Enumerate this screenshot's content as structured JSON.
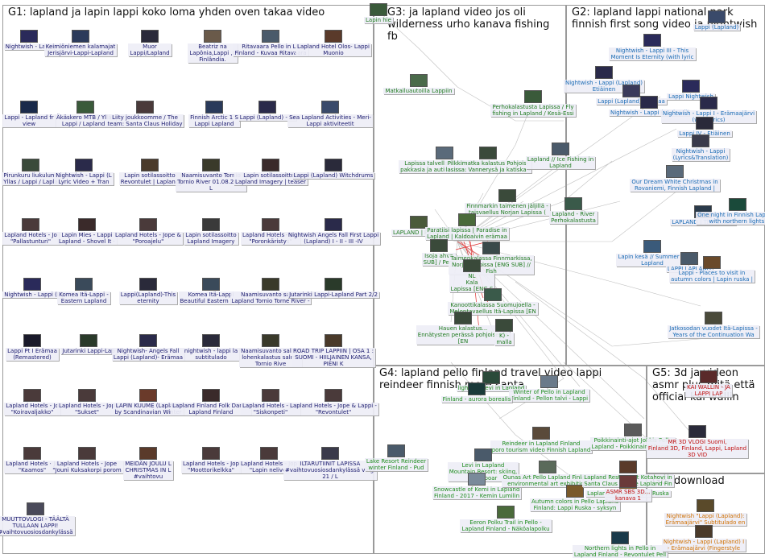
{
  "groups": [
    {
      "id": "g1",
      "title": "G1: lapland ja lapin lappi koko loma yhden oven takaa video"
    },
    {
      "id": "g2",
      "title": "G2: lapland lappi national park finnish first song video ja nightwish"
    },
    {
      "id": "g3",
      "title": "G3: ja lapland video jos oli wilderness urho kanava fishing fb"
    },
    {
      "id": "g4",
      "title": "G4: lapland pello finland travel video lappi reindeer finnish more santa"
    },
    {
      "id": "g5",
      "title": "G5: 3d ja videon asmr plus mitä että official kai wallin"
    },
    {
      "id": "g6",
      "title": "G6: download"
    }
  ],
  "nodes": {
    "g1": [
      {
        "label": "Nightwish - Lapp",
        "thumb": "#2a2a5a"
      },
      {
        "label": "Keimiöniemen kalamajat\nJerisjärvi-Lappi-Lapland",
        "thumb": "#2b3a5a"
      },
      {
        "label": "Muor\nLappi/Lapland",
        "thumb": "#2a2a3a"
      },
      {
        "label": "Beatriz na\nLapônia,Lappi ,L\nFinlândia.",
        "thumb": "#6a5a4a"
      },
      {
        "label": "Ritavaara Pello in La\nFinland - Kuvaa Ritavaara",
        "thumb": "#4a5a6a"
      },
      {
        "label": "Lapland Hotel Olos- Lappi\nMuonio",
        "thumb": "#5a3a2a"
      },
      {
        "label": "Lappi - Lapland fr\nview",
        "thumb": "#1a2a4a"
      },
      {
        "label": "Äkäskero MTB / Ylläs\nLappi / Lapland /",
        "thumb": "#3a5a3a"
      },
      {
        "label": "Liity joukkoomme / The\nteam: Santa Claus Holiday",
        "thumb": "#4a3a3a"
      },
      {
        "label": "Finnish Arctic 1 S\nLappi Lapland",
        "thumb": "#2a3a5a"
      },
      {
        "label": "Lappi (Lapland) - Ni",
        "thumb": "#2a2a4a"
      },
      {
        "label": "Sea Lapland Activities - Meri-\nLappi aktiviteetit",
        "thumb": "#3a4a6a"
      },
      {
        "label": "Pirunkuru liukulumi\nYllas / Lappi / Lapla",
        "thumb": "#3a4a3a"
      },
      {
        "label": "Nightwish - Lappi (L\nLyric Video + Tran",
        "thumb": "#2a2a4a"
      },
      {
        "label": "Lapin sotilassoitto\nRevontulet | Lapland",
        "thumb": "#4a3a2a"
      },
      {
        "label": "Naamisuvanto Tornio\nTornio River 01.08.2016\nL",
        "thumb": "#3a3a2a"
      },
      {
        "label": "Lapin sotilassoittok\nLapland Imagery | teaser",
        "thumb": "#3a2a2a"
      },
      {
        "label": "Lappi (Lapland) Witchdrums\n",
        "thumb": "#2a2a3a"
      },
      {
        "label": "Lapland Hotels - Jo\n\"Pallastunturi\"",
        "thumb": "#4a3a3a"
      },
      {
        "label": "Lapin Mies - Lappi\nLapland - Shovel It -",
        "thumb": "#3a2a2a"
      },
      {
        "label": "Lapland Hotels - Jope &\n\"Poroajelu\"",
        "thumb": "#4a3a3a"
      },
      {
        "label": "Lapin sotilassoitto\nLapland Imagery",
        "thumb": "#3a3a3a"
      },
      {
        "label": "Lapland Hotels - Jop\n\"Poronkäristys\"",
        "thumb": "#4a3a3a"
      },
      {
        "label": "Nightwish Angels Fall First Lappi\n(Lapland) I - II - III -IV",
        "thumb": "#2a2a4a"
      },
      {
        "label": "Nightwish - Lappi (L",
        "thumb": "#2a2a5a"
      },
      {
        "label": "Komea Itä-Lappi -\nEastern Lapland",
        "thumb": "#3a4a5a"
      },
      {
        "label": "Lappi(Lapland)-This\neternity",
        "thumb": "#2a2a3a"
      },
      {
        "label": "Komea Itä-Lappi\nBeautiful Eastern Lapl",
        "thumb": "#3a4a5a"
      },
      {
        "label": "Naamisuvanto salmo\nLapland Tornio Torne River -",
        "thumb": "#3a3a2a"
      },
      {
        "label": "Jutarinki Lappi-Lapland Part 2/2",
        "thumb": "#2a3a2a"
      },
      {
        "label": "Lappi Pt I Erämaa\n(Remastered)",
        "thumb": "#1a1a2a"
      },
      {
        "label": "Jutarinki Lappi-Lap",
        "thumb": "#2a3a2a"
      },
      {
        "label": "Nightwish- Angels Fall\nLappi (Lapland)- Erämaa",
        "thumb": "#2a2a4a"
      },
      {
        "label": "nightwish - lappi la\nsubtitulado",
        "thumb": "#2a2a3a"
      },
      {
        "label": "Naamisuvanto salmo\nlohenkalastus salmo\nTornio Rive",
        "thumb": "#3a3a2a"
      },
      {
        "label": "ROAD TRIP LAPPIIN | OSA 1 :\nSUOMI - HIILJAINEN KANSA,\nPIENI K",
        "thumb": "#4a3a2a"
      },
      {
        "label": "Lapland Hotels - Jo\n\"Koiravaljakko\"",
        "thumb": "#4a3a3a"
      },
      {
        "label": "Lapland Hotels - Jop\n\"Sukset\"",
        "thumb": "#4a3a3a"
      },
      {
        "label": "LAPIN KUUME (Lapland\nby Scandinavian Winter",
        "thumb": "#6a3a2a"
      },
      {
        "label": "Lapland Finland Folk Dance\nLapland Finland",
        "thumb": "#3a2a2a"
      },
      {
        "label": "Lapland Hotels - Jop\n\"Siskonpeti\"",
        "thumb": "#4a3a3a"
      },
      {
        "label": "Lapland Hotels - Jope & Lappi -\n\"Revontulet\"",
        "thumb": "#4a3a3a"
      },
      {
        "label": "Lapland Hotels - Jo\n\"Kaamos\"",
        "thumb": "#4a3a3a"
      },
      {
        "label": "Lapland Hotels - Jope\n\"Jouni Kuksakorpi porom",
        "thumb": "#4a3a3a"
      },
      {
        "label": "MEIDÄN JOULU L\nCHRISTMAS IN L\n#vaihtovu",
        "thumb": "#5a3a2a"
      },
      {
        "label": "Lapland Hotels - Jop\n\"Moottorikelkka\"",
        "thumb": "#4a3a3a"
      },
      {
        "label": "Lapland Hotels - Jop\n\"Lapin nelivet",
        "thumb": "#4a3a3a"
      },
      {
        "label": "ILTARUTIINIT LAPISSA\n#vaihtovuosiosdankylässä vlogi\n21 / L",
        "thumb": "#3a3a4a"
      },
      {
        "label": "MUUTTOVLOGI - TÄÄLTÄ\nTULLAAN LAPPI!\n#vaihtovuosiosdankylässä",
        "thumb": "#4a4a5a"
      }
    ],
    "g2": [
      {
        "label": "Lappi (Lapland)",
        "thumb": "#3a4a6a"
      },
      {
        "label": "Nightwish - Lappi III - This\nMoment Is Eternity (with lyric",
        "thumb": "#2a2a5a"
      },
      {
        "label": "Nightwish - Lappi (Lapland)\nEtiäinen",
        "thumb": "#2a2a4a"
      },
      {
        "label": "Lappi (Lapland) Erämaa",
        "thumb": "#3a3a5a"
      },
      {
        "label": "Nightwish - Lappi (Lapland)",
        "thumb": "#2a2a4a"
      },
      {
        "label": "Lappi Nightwish",
        "thumb": "#2a2a5a"
      },
      {
        "label": "Nightwish - Lappi I - Erämaajärvi\n(with lyrics)",
        "thumb": "#2a2a4a"
      },
      {
        "label": "Lappi IV - Etiäinen",
        "thumb": "#2a2a3a"
      },
      {
        "label": "Nightwish - Lappi\n(Lyrics&Translation)",
        "thumb": "#3a3a4a"
      },
      {
        "label": "Our Dream White Christmas in\nRovaniemi, Finnish Lapland |",
        "thumb": "#5a6a7a"
      },
      {
        "label": "LAPLAND | The Untold",
        "thumb": "#2a3a4a"
      },
      {
        "label": "One night in Finnish Lapland\nwith northern lights.",
        "thumb": "#1a4a3a"
      },
      {
        "label": "Lapin kesä // Summer of\nLapland",
        "thumb": "#3a5a7a"
      },
      {
        "label": "LAPPI LAPLAND",
        "thumb": "#4a5a6a"
      },
      {
        "label": "Lappi - Places to visit in\nautumn colors | Lapin ruska |",
        "thumb": "#6a4a2a"
      },
      {
        "label": "Jatkosodan vuodet Itä-Lapissa -\nYears of the Continuation Wa",
        "thumb": "#4a4a3a"
      }
    ],
    "g3": [
      {
        "label": "Lapin hie",
        "thumb": "#3a5a3a"
      },
      {
        "label": "Matkailuautoilla Lappiin",
        "thumb": "#4a6a4a"
      },
      {
        "label": "Perhokalastusta Lapissa / Fly\nfishing in Lapland / Kesä-Essi",
        "thumb": "#3a5a3a"
      },
      {
        "label": "Lapissa talvella 2018 - kovia\npakkasia ja autiotupien lämpöä",
        "thumb": "#5a6a7a"
      },
      {
        "label": "Pilkkimatka kalastus Pohjois-\nlasissa: Vannerysä ja katiska -",
        "thumb": "#3a4a3a"
      },
      {
        "label": "Lapland // Ice Fishing in\nLapland",
        "thumb": "#4a5a6a"
      },
      {
        "label": "Finnmarkin taimenen jäljillä -\ntaisvaellus Norjan Lapissa (",
        "thumb": "#3a4a3a"
      },
      {
        "label": "Lapland - River\nPerhokalastusta",
        "thumb": "#3a5a4a"
      },
      {
        "label": "LAPLAND | Poluilla",
        "thumb": "#4a5a3a"
      },
      {
        "label": "Paratiisi lapissa | Paradise in\nLapland | Kaldoaivin erämaa",
        "thumb": "#4a6a3a"
      },
      {
        "label": "Isoja ahve\nSUB] / Perc",
        "thumb": "#3a4a3a"
      },
      {
        "label": "Taimenkalassa Finnmarkissa,\nNorjan Lapissa [ENG SUB] //\nFish",
        "thumb": "#3a4a4a"
      },
      {
        "label": "NL\nKala\nLapissa [ENG S",
        "thumb": "#3a4a3a"
      },
      {
        "label": "Kanoottikalassa Suomujoella -\nMelontavaellus Itä-Lapissa [EN",
        "thumb": "#3a5a4a"
      },
      {
        "label": "Hauen kalastus...\nEnnätysten perässä pohjoisessa\n[EN",
        "thumb": "#3a4a3a"
      },
      {
        "label": "K) -\nmalla",
        "thumb": "#3a4a3a"
      }
    ],
    "g4": [
      {
        "label": "lights in Levi in Lapland",
        "thumb": "#2a4a3a"
      },
      {
        "label": "Winter of Pello in Lapland\nFinland - Pellon talvi - Lappi",
        "thumb": "#6a7a8a"
      },
      {
        "label": "Finland - aurora borealis",
        "thumb": "#1a3a3a"
      },
      {
        "label": "Reindeer in Lapland Finland\nporo tourism video Finnish Lapland",
        "thumb": "#5a4a3a"
      },
      {
        "label": "Levi in Lapland\nMountain Resort: skiing,\nSnowboar",
        "thumb": "#4a5a6a"
      },
      {
        "label": "Lake Resort Reindeer\nwinter Finland - Pud",
        "thumb": "#4a5a6a"
      },
      {
        "label": "Snowcastle of Kemi in Lapland\nFinland - 2017 - Kemin Lumilin",
        "thumb": "#7a8a9a"
      },
      {
        "label": "Ounas Art Pello Lapland Finland\nenvironmental art exhibition",
        "thumb": "#5a6a5a"
      },
      {
        "label": "Autumn colors in Pello Lapland\nFinland: Lappi Ruska - syksyn",
        "thumb": "#7a5a2a"
      },
      {
        "label": "Eeron Polku Trail in Pello -\nLapland Finland - Näköalapolku",
        "thumb": "#4a6a3a"
      },
      {
        "label": "Northern lights in Pello in\nLapland Finland - Revontulet Pell",
        "thumb": "#1a3a4a"
      },
      {
        "label": "Poikkinainti-ajot Jokkis Pello\nLapland - Poikkinainti Race in",
        "thumb": "#5a5a5a"
      },
      {
        "label": "Lapland Restaurant Kotahovi in\nSanta Claus Village Lapland Fin",
        "thumb": "#5a3a2a"
      },
      {
        "label": "Lapland Finland: Lappi Ruska",
        "thumb": "#7a5a2a"
      }
    ],
    "g5": [
      {
        "label": "KAI WALLIN - JA\nLAPPI LAP",
        "thumb": "#5a2a2a"
      },
      {
        "label": "MR 3D VLOGI Suomi,\nFinland 3D, Finland, Lappi, Lapland\n3D VID",
        "thumb": "#2a2a3a"
      },
      {
        "label": "ASMR SBS 3D...\nkanava 1",
        "thumb": "#6a3a3a"
      }
    ],
    "g6": [
      {
        "label": "Nightwish \"Lappi (Lapland):\nErämaajärvi\" Subtitulado en",
        "thumb": "#5a4a2a"
      },
      {
        "label": "Nightwish - Lappi (Lapland) I\n- Erämaajärvi (Fingerstyle",
        "thumb": "#4a3a2a"
      }
    ]
  }
}
